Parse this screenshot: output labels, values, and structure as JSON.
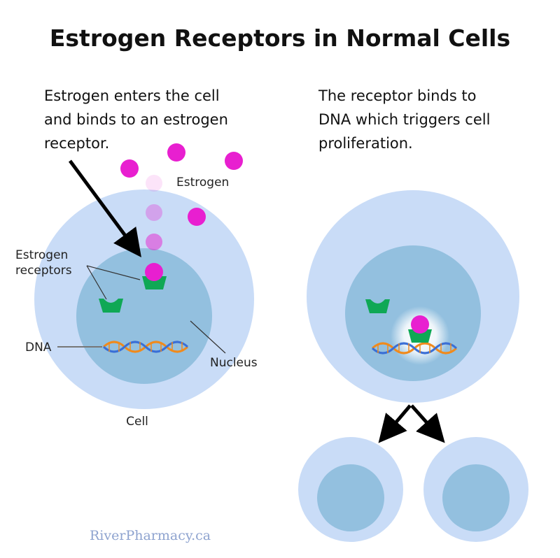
{
  "title": "Estrogen Receptors in Normal Cells",
  "left_caption": [
    "Estrogen enters the cell",
    "and binds to an estrogen",
    "receptor."
  ],
  "right_caption": [
    "The receptor binds to",
    "DNA which triggers cell",
    "proliferation."
  ],
  "labels": {
    "estrogen": "Estrogen",
    "receptors": [
      "Estrogen",
      "receptors"
    ],
    "dna": "DNA",
    "nucleus": "Nucleus",
    "cell": "Cell"
  },
  "watermark": "RiverPharmacy.ca",
  "colors": {
    "cytoplasm": "#c9dcf7",
    "nucleus": "#93c0df",
    "estrogen": "#e81fd0",
    "receptor": "#0fa855",
    "dna_strand_a": "#f08a1c",
    "dna_strand_b": "#3a6fd6",
    "arrow": "#000000"
  },
  "icons": [
    "estrogen-molecule-icon",
    "estrogen-receptor-icon",
    "dna-helix-icon",
    "arrow-icon"
  ]
}
